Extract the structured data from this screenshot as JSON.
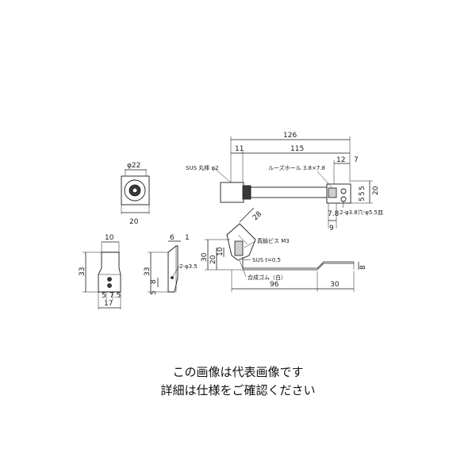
{
  "caption": {
    "line1": "この画像は代表画像です",
    "line2": "詳細は仕様をご確認ください"
  },
  "dimensions": {
    "overall_length": "126",
    "length_115": "115",
    "offset_11": "11",
    "slot_12": "12",
    "slot_7": "7",
    "slot_width_20": "20",
    "slot_pitch_5a": "5",
    "slot_pitch_5b": "5",
    "slot_pitch_5c": "5",
    "slot_height_7_8": "7.8",
    "slot_offset_9": "9",
    "diameter_22": "φ22",
    "width_20": "20",
    "clip_top_10": "10",
    "clip_height_33": "33",
    "clip_5": "5",
    "clip_7_5": "7.5",
    "clip_17": "17",
    "side_6": "6",
    "side_1": "1",
    "side_33": "33",
    "side_8": "8",
    "side_5": "5",
    "angle_28": "28",
    "height_30": "30",
    "height_20": "20",
    "height_10": "10",
    "base_96": "96",
    "base_30": "30",
    "base_8": "8"
  },
  "labels": {
    "sus_rod": "SUS 丸棒 φ2",
    "loose_hole": "ルーズホール 3.8×7.8",
    "holes_2": "2-φ3.8穴-φ5.5皿",
    "side_hole": "2-φ3.5",
    "pan_screw": "真鍮ビス M3",
    "sus_plate": "SUS t=0.5",
    "rubber": "合成ゴム（白）"
  }
}
